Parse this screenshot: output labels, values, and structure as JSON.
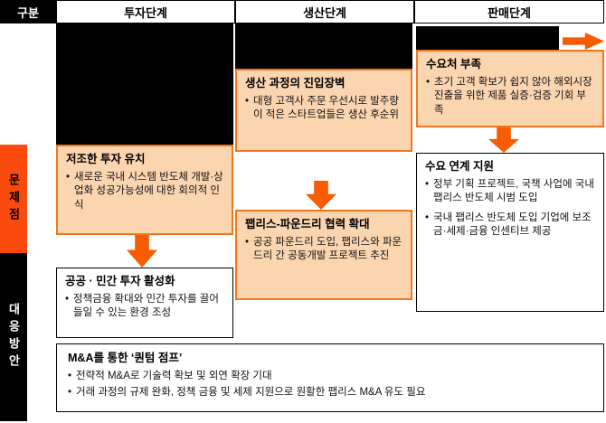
{
  "glyphs": {
    "bullet": "•"
  },
  "colors": {
    "problem_fill": "#FBD5B0",
    "problem_border": "#F0771E",
    "arrow_orange": "#F85C00",
    "problem_row_bg": "#FB4A0D",
    "black": "#000000",
    "white": "#FFFFFF"
  },
  "header": {
    "category_label": "구분",
    "stage_investment": "투자단계",
    "stage_production": "생산단계",
    "stage_sales": "판매단계"
  },
  "rows": {
    "problems_label": "문제점",
    "measures_label": "대응방안"
  },
  "problems": {
    "investment": {
      "title": "저조한 투자 유치",
      "bullets": [
        "새로운 국내 시스템 반도체 개발·상업화 성공가능성에 대한 회의적 인식"
      ]
    },
    "production": {
      "title": "생산 과정의 진입장벽",
      "bullets": [
        "대형 고객사 주문 우선시로 발주량이 적은 스타트업들은 생산 후순위"
      ]
    },
    "sales": {
      "title": "수요처 부족",
      "bullets": [
        "초기 고객 확보가 쉽지 않아 해외시장 진출을 위한 제품 실증·검증 기회 부족"
      ]
    }
  },
  "measures": {
    "investment": {
      "title": "공공 · 민간 투자 활성화",
      "bullets": [
        "정책금융 확대와 민간 투자를 끌어들일 수 있는 환경 조성"
      ]
    },
    "production": {
      "title": "팹리스-파운드리 협력 확대",
      "bullets": [
        "공공 파운드리 도입, 팹리스와 파운드리 간 공동개발 프로젝트 추진"
      ]
    },
    "sales": {
      "title": "수요 연계 지원",
      "bullets": [
        "정부 기획 프로젝트, 국책 사업에 국내 팹리스 반도체 시범 도입",
        "국내 팹리스 반도체 도입 기업에 보조금·세제·금융 인센티브 제공"
      ]
    },
    "mna": {
      "title": "M&A를 통한 ‘퀀텀 점프’",
      "bullets": [
        "전략적 M&A로 기술력 확보 및 외연 확장 기대",
        "거래 과정의 규제 완화, 정책 금융 및 세제 지원으로 원활한 팹리스 M&A 유도 필요"
      ]
    }
  }
}
